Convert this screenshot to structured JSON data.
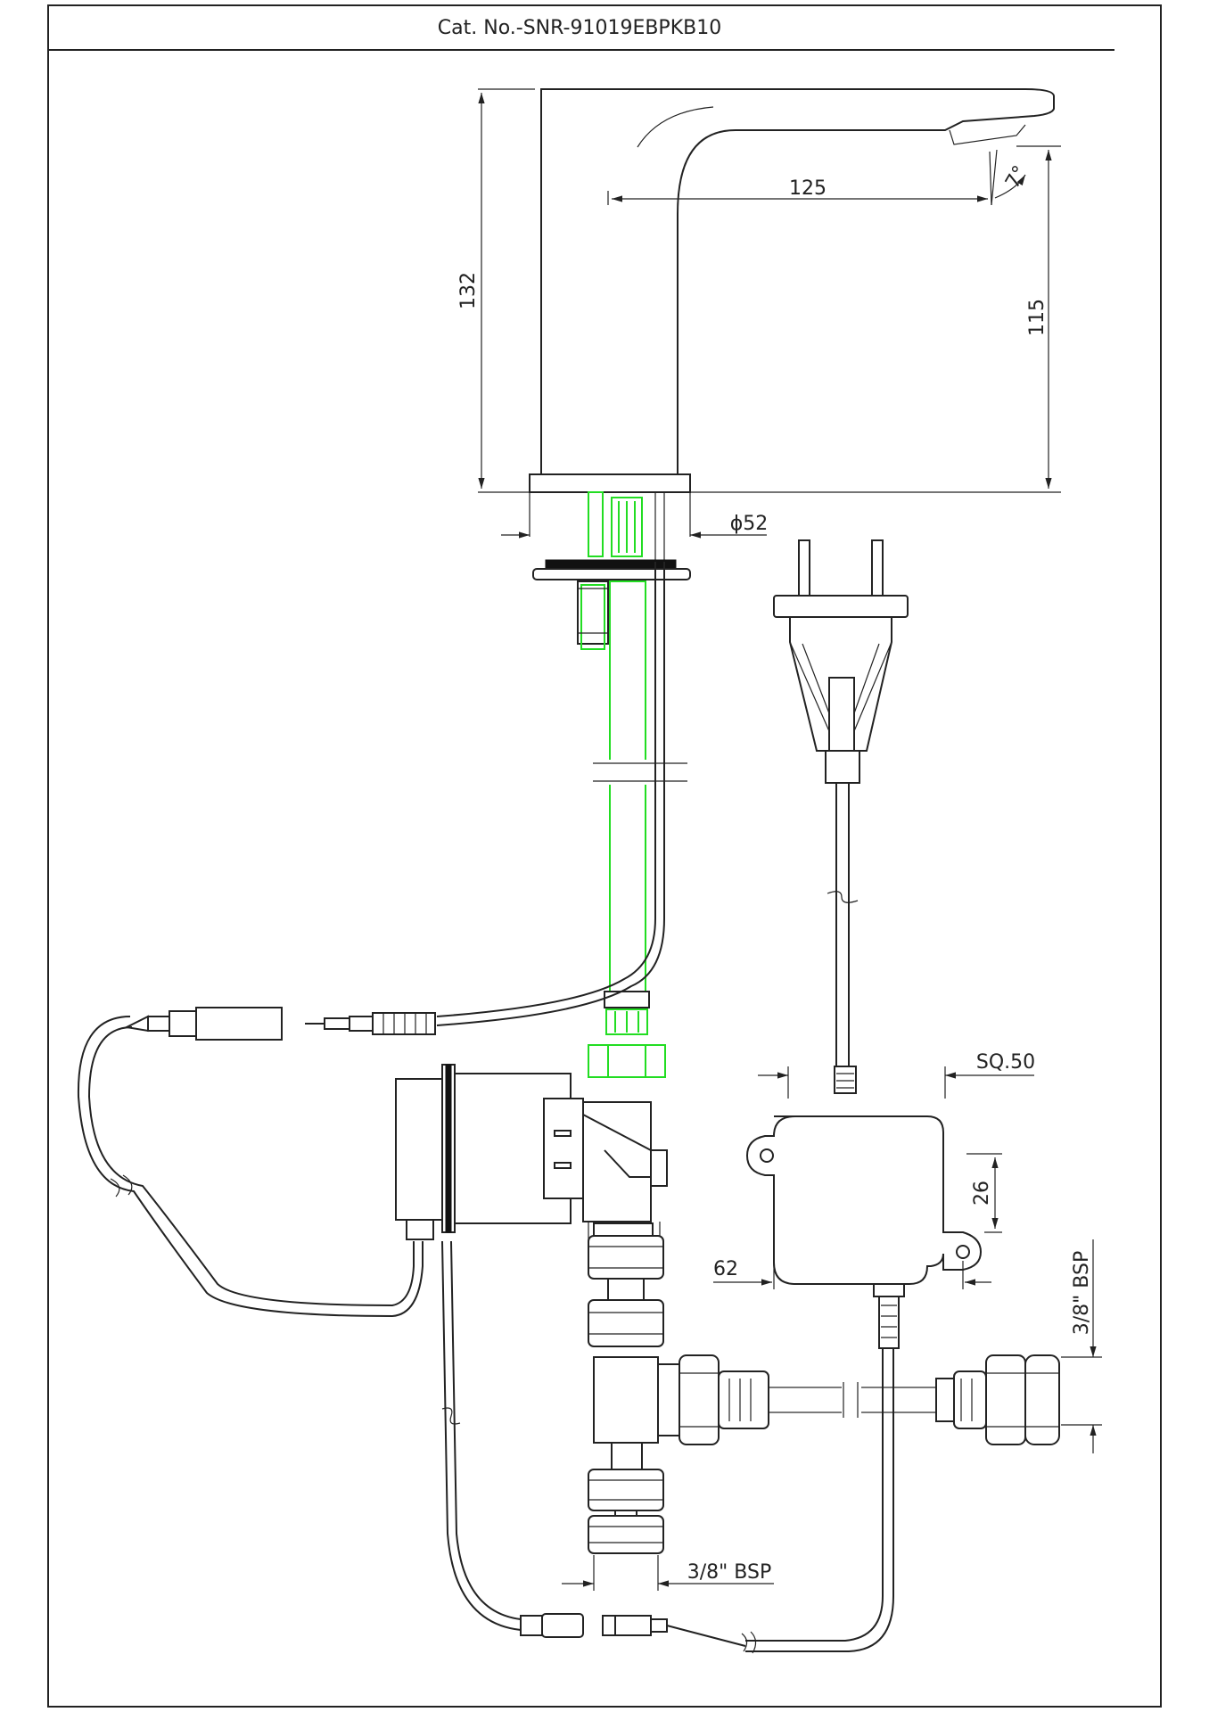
{
  "drawing": {
    "title": "Cat. No.-SNR-91019EBPKB10"
  },
  "dimensions": {
    "height_overall": "132",
    "spout_reach": "125",
    "outlet_angle": "7°",
    "outlet_height": "115",
    "base_diameter": "ϕ52",
    "control_box_square": "SQ.50",
    "control_box_height": "26",
    "control_box_mount": "62",
    "inlet_thread_right": "3/8\" BSP",
    "inlet_thread_bottom": "3/8\" BSP"
  },
  "colors": {
    "line": "#222222",
    "hose_highlight": "#22dd22",
    "background": "#ffffff"
  }
}
